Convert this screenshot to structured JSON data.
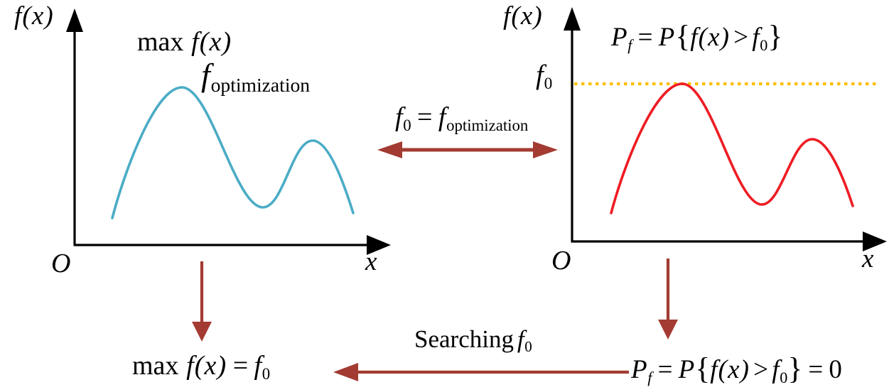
{
  "colors": {
    "curve_left": "#4BACC6",
    "curve_right": "#EE1C23",
    "threshold": "#FFC000",
    "flow_arrow": "#A33B32",
    "axis": "#000000"
  },
  "left_plot": {
    "y_label": "f(x)",
    "origin": "O",
    "x_label": "x",
    "max_prefix": "max",
    "max_expr": "f(x)",
    "fopt_base": "f",
    "fopt_sub": "optimization"
  },
  "link_equation": {
    "lhs_base": "f",
    "lhs_sub": "0",
    "equals": "=",
    "rhs_base": "f",
    "rhs_sub": "optimization"
  },
  "right_plot": {
    "y_label": "f(x)",
    "origin": "O",
    "x_label": "x",
    "threshold_base": "f",
    "threshold_sub": "0",
    "pf_base": "P",
    "pf_sub": "f",
    "pf_equals": "=",
    "pf_P": "P",
    "pf_open": "{",
    "pf_inner_left": "f(x)",
    "pf_gt": ">",
    "pf_inner_base": "f",
    "pf_inner_sub": "0",
    "pf_close": "}"
  },
  "bottom": {
    "searching_prefix": "Searching",
    "searching_base": "f",
    "searching_sub": "0",
    "left_result_prefix": "max",
    "left_result_expr": "f(x)",
    "left_result_equals": "=",
    "left_result_base": "f",
    "left_result_sub": "0",
    "right_result_base": "P",
    "right_result_sub": "f",
    "right_result_equals": "=",
    "right_result_P": "P",
    "right_result_open": "{",
    "right_result_inner_left": "f(x)",
    "right_result_gt": ">",
    "right_result_inner_base": "f",
    "right_result_inner_sub": "0",
    "right_result_close": "}",
    "right_result_tail_equals": "=",
    "right_result_tail_zero": "0"
  },
  "chart_data": [
    {
      "type": "line",
      "title": "max f(x) — optimization problem",
      "xlabel": "x",
      "ylabel": "f(x)",
      "grid": false,
      "axis_ticks": "none",
      "series": [
        {
          "name": "f(x)",
          "color": "#4BACC6",
          "x_norm": [
            0.12,
            0.34,
            0.6,
            0.75,
            0.88
          ],
          "y_norm": [
            0.17,
            1.0,
            0.24,
            0.66,
            0.2
          ],
          "shape": "bimodal curve: tall global peak (f_optimization) then shallow valley then smaller second peak"
        }
      ],
      "annotations": [
        "max f(x)",
        "f_optimization at global peak"
      ]
    },
    {
      "type": "line",
      "title": "P_f = P{f(x) > f_0} — reliability problem",
      "xlabel": "x",
      "ylabel": "f(x)",
      "grid": false,
      "axis_ticks": "none",
      "series": [
        {
          "name": "f(x)",
          "color": "#EE1C23",
          "x_norm": [
            0.12,
            0.35,
            0.6,
            0.76,
            0.89
          ],
          "y_norm": [
            0.18,
            1.0,
            0.23,
            0.65,
            0.22
          ],
          "shape": "same bimodal curve in red; global peak exactly touches the f_0 threshold line"
        },
        {
          "name": "f_0 threshold",
          "color": "#FFC000",
          "style": "dotted horizontal line",
          "y_norm": 1.0
        }
      ],
      "annotations": [
        "P_f = P{f(x) > f_0}",
        "f_0 tick on y-axis"
      ]
    }
  ]
}
